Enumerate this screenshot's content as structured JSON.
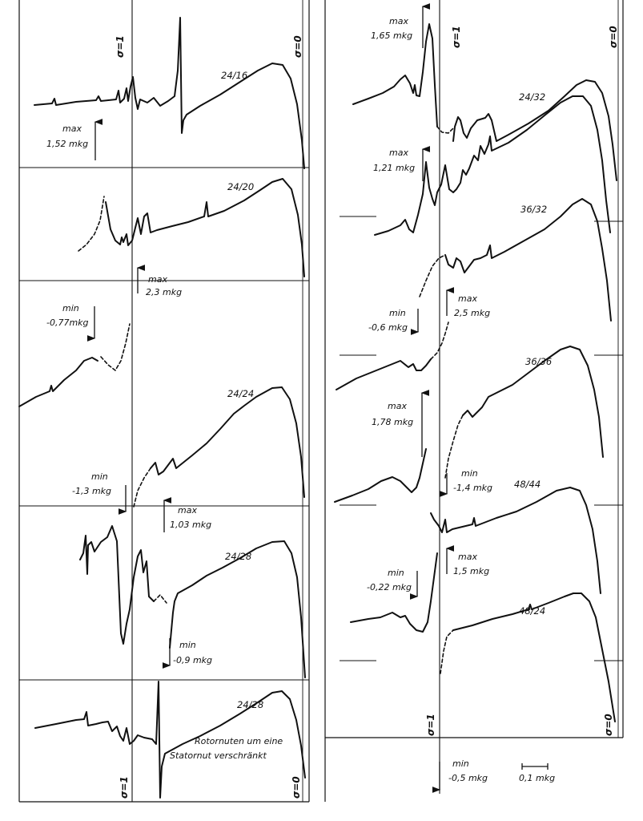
{
  "chart_data": {
    "type": "line",
    "sigma_labels": [
      "σ=1",
      "σ=0"
    ],
    "scale_bar": {
      "label": "0,1 mkg"
    },
    "panels": [
      {
        "curves": [
          {
            "ratio": "24/16",
            "annotations": [
              {
                "kind": "max",
                "word": "max",
                "value": "1,52 mkg"
              }
            ]
          },
          {
            "ratio": "24/20",
            "annotations": [
              {
                "kind": "min",
                "word": "min",
                "value": "-0,77mkg"
              },
              {
                "kind": "max",
                "word": "max",
                "value": "2,3 mkg"
              }
            ]
          },
          {
            "ratio": "24/24",
            "annotations": [
              {
                "kind": "min",
                "word": "min",
                "value": "-1,3 mkg"
              }
            ]
          },
          {
            "ratio": "24/28",
            "annotations": [
              {
                "kind": "max",
                "word": "max",
                "value": "1,03 mkg"
              },
              {
                "kind": "min",
                "word": "min",
                "value": "-0,9 mkg"
              }
            ]
          },
          {
            "ratio": "24/28",
            "note": [
              "Rotornuten um eine",
              "Statornut verschränkt"
            ],
            "annotations": []
          }
        ]
      },
      {
        "curves": [
          {
            "ratio": "24/32",
            "annotations": [
              {
                "kind": "max",
                "word": "max",
                "value": "1,65 mkg"
              }
            ]
          },
          {
            "ratio": "36/32",
            "annotations": [
              {
                "kind": "max",
                "word": "max",
                "value": "1,21 mkg"
              }
            ]
          },
          {
            "ratio": "36/36",
            "annotations": [
              {
                "kind": "min",
                "word": "min",
                "value": "-0,6 mkg"
              },
              {
                "kind": "max",
                "word": "max",
                "value": "2,5 mkg"
              }
            ]
          },
          {
            "ratio": "48/44",
            "annotations": [
              {
                "kind": "max",
                "word": "max",
                "value": "1,78 mkg"
              },
              {
                "kind": "min",
                "word": "min",
                "value": "-1,4 mkg"
              }
            ]
          },
          {
            "ratio": "48/24",
            "annotations": [
              {
                "kind": "min",
                "word": "min",
                "value": "-0,22 mkg"
              },
              {
                "kind": "max",
                "word": "max",
                "value": "1,5 mkg"
              },
              {
                "kind": "min",
                "word": "min",
                "value": "-0,5 mkg"
              }
            ]
          }
        ]
      }
    ]
  }
}
